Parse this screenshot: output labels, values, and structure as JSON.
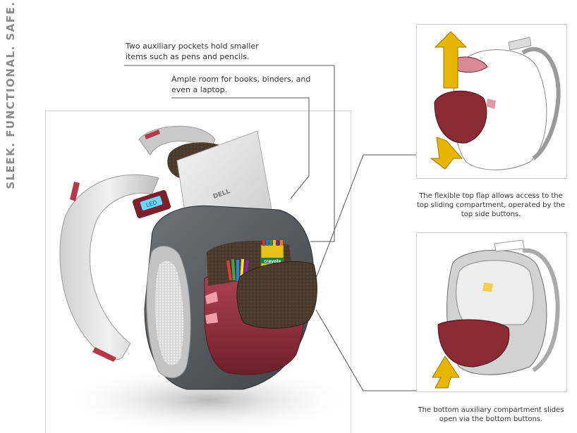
{
  "side_title": "SLEEK. FUNCTIONAL. SAFE.",
  "callouts": {
    "pockets": "Two auxiliary pockets hold smaller items such as pens and pencils.",
    "room": "Ample room for books, binders, and even a laptop."
  },
  "captions": {
    "top_flap": "The flexible top flap allows access to the top sliding compartment, operated by the top side buttons.",
    "bottom": "The bottom auxiliary compartment slides open via the bottom buttons."
  },
  "laptop_logo": "DELL",
  "crayon_box": "crayola",
  "strap_display": "LED",
  "colors": {
    "shell": "#555a5e",
    "pocket_red": "#8a2a35",
    "flap_brown": "#4a3a2c",
    "arrow_yellow": "#e8b500"
  }
}
